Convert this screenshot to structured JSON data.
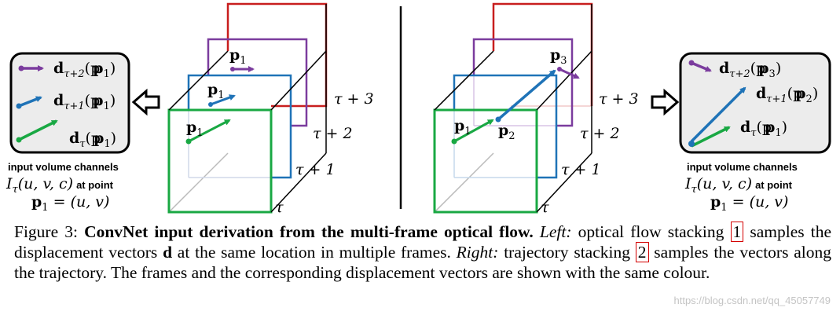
{
  "colors": {
    "green": "#19a843",
    "blue": "#1f73b7",
    "purple": "#7b3c9e",
    "red": "#c81e1e",
    "box_fill": "#ececec",
    "frame_edge": "#bbbbbb"
  },
  "left_panel": {
    "label_tau2": "d",
    "label_tau2_sub": "τ+2",
    "label_tau2_arg": "(p",
    "label_tau2_arg_sub": "1",
    "label_tau1": "d",
    "label_tau1_sub": "τ+1",
    "label_tau1_arg": "(p",
    "label_tau1_arg_sub": "1",
    "label_tau0": "d",
    "label_tau0_sub": "τ",
    "label_tau0_arg": "(p",
    "label_tau0_arg_sub": "1",
    "caption_line1": "input volume channels",
    "caption_math": "I",
    "caption_math_sub": "τ",
    "caption_math_args": "(u, v, c)",
    "caption_at_point": "at point",
    "caption_point": "p",
    "caption_point_sub": "1",
    "caption_point_eq": " = (u, v)"
  },
  "right_panel": {
    "label_tau2_sub": "τ+2",
    "label_tau2_arg_sub": "3",
    "label_tau1_sub": "τ+1",
    "label_tau1_arg_sub": "2",
    "label_tau0_sub": "τ",
    "label_tau0_arg_sub": "1"
  },
  "frames": {
    "t0": "τ",
    "t1": "τ + 1",
    "t2": "τ + 2",
    "t3": "τ + 3"
  },
  "points": {
    "p": "p",
    "s1": "1",
    "s2": "2",
    "s3": "3"
  },
  "caption": {
    "figure_label": "Figure 3:",
    "bold_title": "ConvNet input derivation from the multi-frame optical flow.",
    "left_label": "Left:",
    "text1": " optical flow stacking ",
    "ref1": "1",
    "text2": " samples the displacement vectors ",
    "bold_d": "d",
    "text3": " at the same location in multiple frames. ",
    "right_label": "Right:",
    "text4": " trajectory stacking ",
    "ref2": "2",
    "text5": " samples the vectors along the trajectory. The frames and the corresponding displacement vectors are shown with the same colour."
  },
  "watermark": "https://blog.csdn.net/qq_45057749"
}
